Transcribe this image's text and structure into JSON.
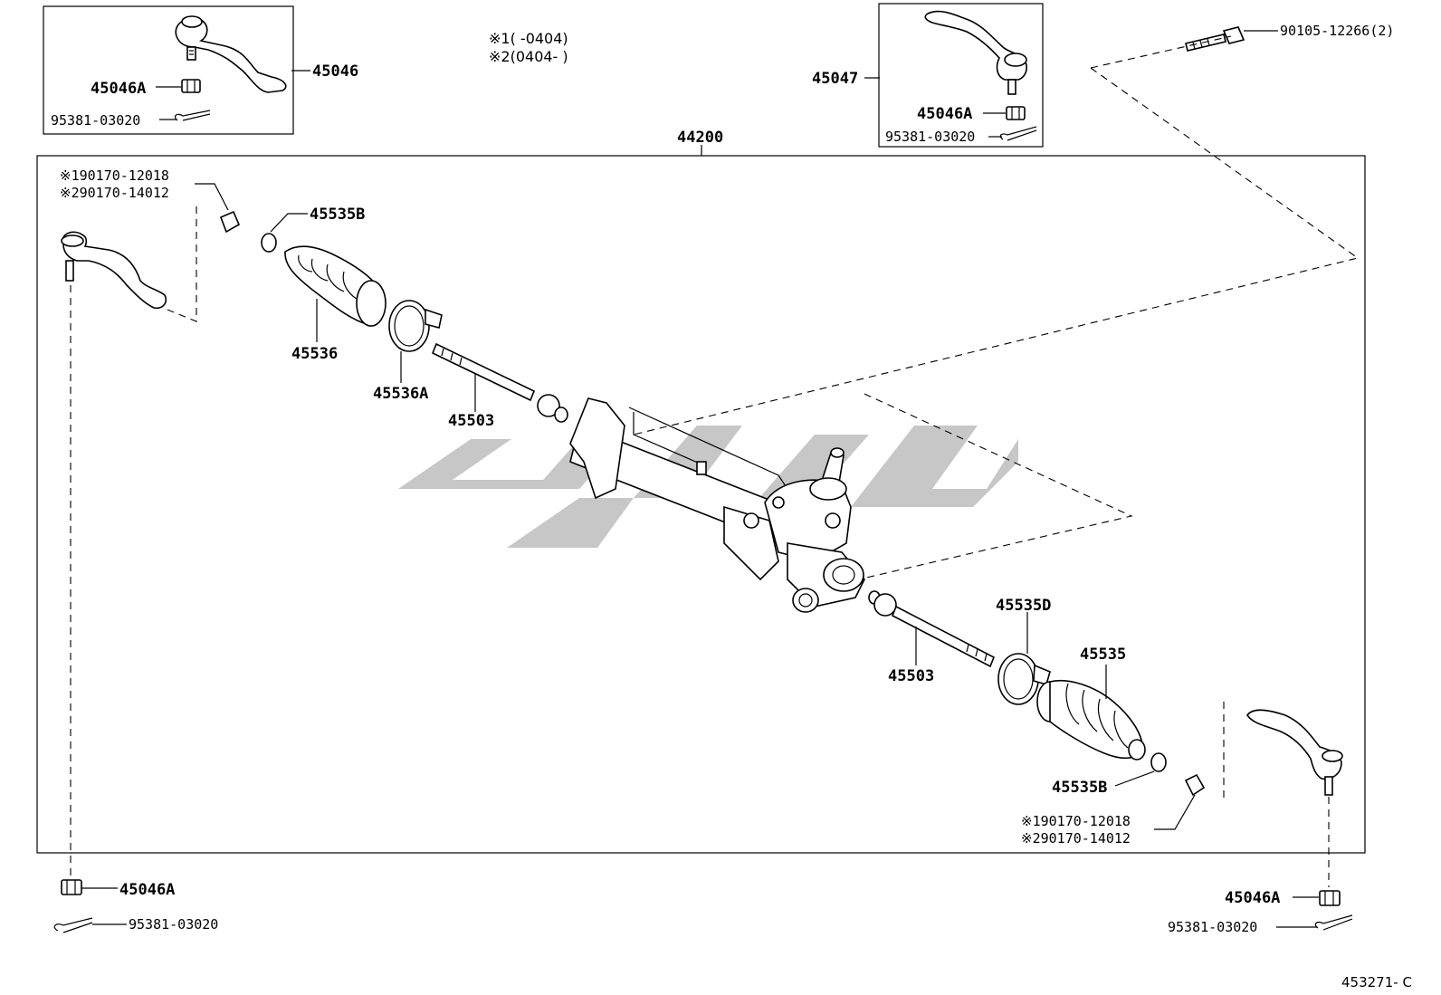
{
  "notes": {
    "n1": "※1(      -0404)",
    "n2": "※2(0404-      )"
  },
  "labels": {
    "p45046": "45046",
    "p45046A_tl": "45046A",
    "p95381_tl": "95381-03020",
    "p45047": "45047",
    "p45046A_tr": "45046A",
    "p95381_tr": "95381-03020",
    "p90105": "90105-12266(2)",
    "p44200": "44200",
    "nut_l1": "※190170-12018",
    "nut_l2": "※290170-14012",
    "p45535B_l": "45535B",
    "p45536": "45536",
    "p45536A": "45536A",
    "p45503_l": "45503",
    "p45503_r": "45503",
    "p45535D": "45535D",
    "p45535": "45535",
    "p45535B_r": "45535B",
    "nut_r1": "※190170-12018",
    "nut_r2": "※290170-14012",
    "p45046A_bl": "45046A",
    "p95381_bl": "95381-03020",
    "p45046A_br": "45046A",
    "p95381_br": "95381-03020"
  },
  "diagram_code": "453271- C"
}
